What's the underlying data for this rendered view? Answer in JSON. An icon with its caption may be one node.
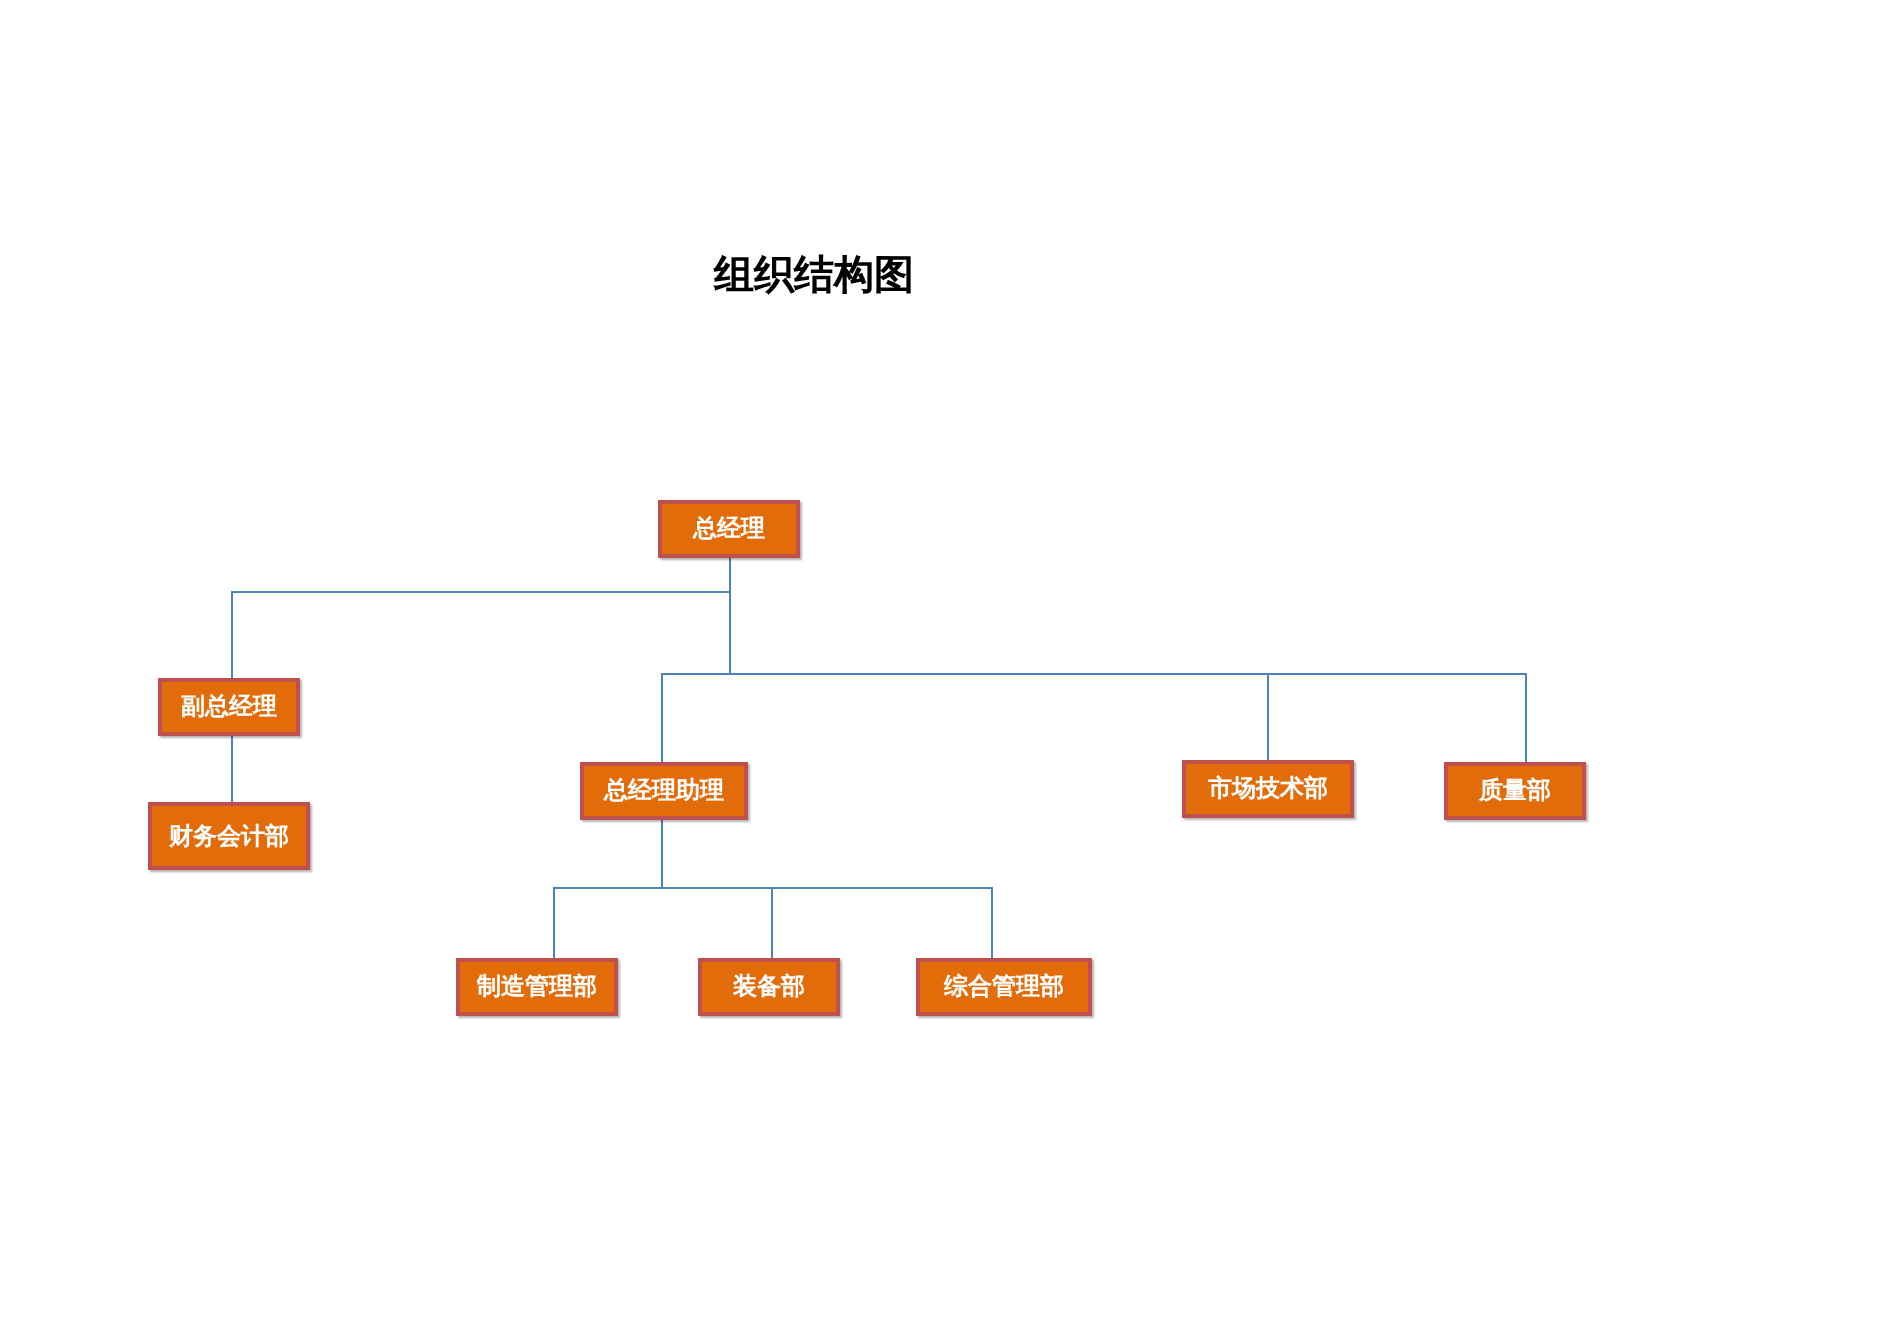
{
  "diagram": {
    "title": "组织结构图",
    "nodes": [
      {
        "text": [
          "总经理"
        ]
      },
      {
        "text": [
          "副总经理"
        ]
      },
      {
        "text": [
          "财务会计部"
        ]
      },
      {
        "text": [
          "总经理助理"
        ]
      },
      {
        "text": [
          "市场技术部"
        ]
      },
      {
        "text": [
          "质量部"
        ]
      },
      {
        "text": [
          "制造管理部"
        ]
      },
      {
        "text": [
          "装备部"
        ]
      },
      {
        "text": [
          "综合管理部"
        ]
      }
    ],
    "edges": [
      {
        "from": 0,
        "to": 1,
        "arrow": "none"
      },
      {
        "from": 0,
        "to": 3,
        "arrow": "none"
      },
      {
        "from": 0,
        "to": 4,
        "arrow": "none"
      },
      {
        "from": 0,
        "to": 5,
        "arrow": "none"
      },
      {
        "from": 1,
        "to": 2,
        "arrow": "none"
      },
      {
        "from": 3,
        "to": 6,
        "arrow": "none"
      },
      {
        "from": 3,
        "to": 7,
        "arrow": "none"
      },
      {
        "from": 3,
        "to": 8,
        "arrow": "none"
      }
    ]
  }
}
